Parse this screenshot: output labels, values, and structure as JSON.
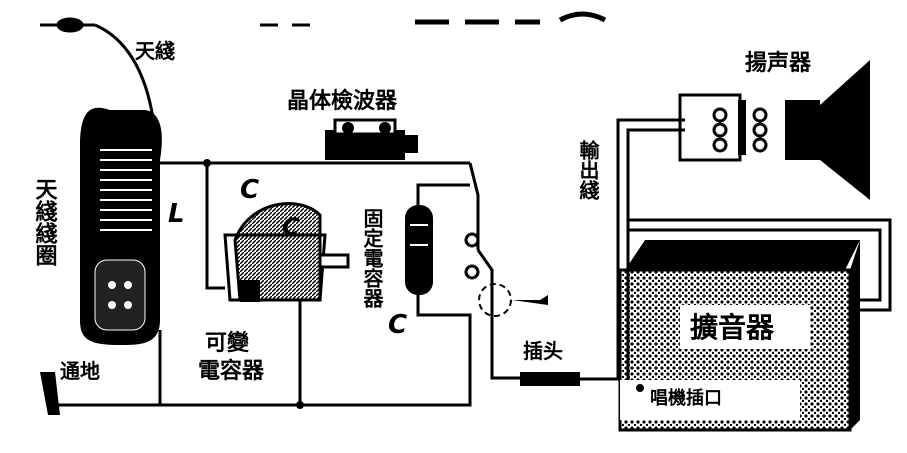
{
  "labels": {
    "antenna": "天綫",
    "antenna_coil": "天綫綫圈",
    "ground": "通地",
    "variable_capacitor": "可變電容器",
    "crystal_detector": "晶体檢波器",
    "fixed_capacitor": "固定電容器",
    "plug": "插头",
    "amplifier": "擴音器",
    "speaker": "揚声器",
    "output_line": "輸出綫",
    "phono_jack": "唱機插口",
    "symbol_L": "L",
    "symbol_C1": "C",
    "symbol_C2": "C",
    "symbol_C3": "C"
  },
  "colors": {
    "ink": "#000000",
    "paper": "#ffffff"
  }
}
